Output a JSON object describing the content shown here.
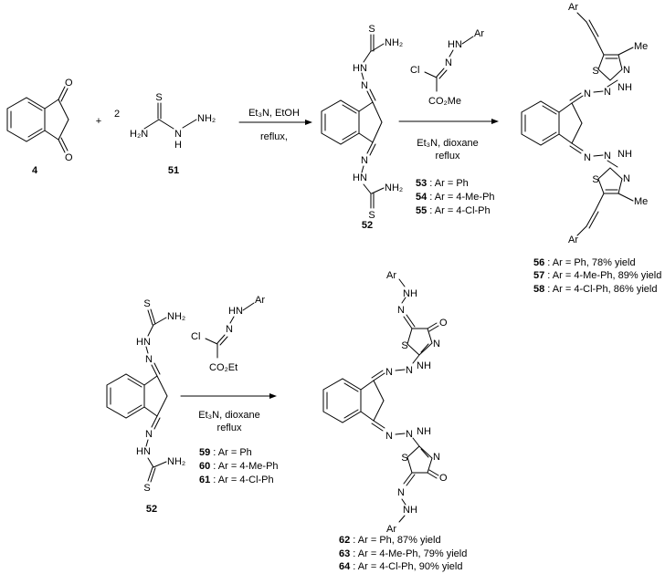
{
  "reaction1": {
    "reactant_4": {
      "label": "4",
      "atoms": {
        "o1": "O",
        "o2": "O"
      }
    },
    "plus": "+",
    "stoich": "2",
    "reactant_51": {
      "label": "51",
      "atoms": {
        "s": "S",
        "h2n": "H₂N",
        "nh": "N",
        "nh_h": "H",
        "nh2": "NH₂"
      }
    },
    "conditions_above": "Et₃N, EtOH",
    "conditions_below": "reflux,",
    "product_52": {
      "label": "52",
      "atoms": {
        "s1": "S",
        "nh2_1": "NH₂",
        "hn_1": "HN",
        "n_1": "N",
        "n_2": "N",
        "hn_2": "HN",
        "s2": "S",
        "nh2_2": "NH₂"
      }
    }
  },
  "reaction2": {
    "reagent": {
      "atoms": {
        "hn": "HN",
        "ar": "Ar",
        "cl": "Cl",
        "n": "N",
        "co2me": "CO₂Me"
      }
    },
    "conditions_below": "Et₃N, dioxane",
    "conditions_below2": "reflux",
    "variants": [
      {
        "num": "53",
        "text": " : Ar = Ph"
      },
      {
        "num": "54",
        "text": " : Ar = 4-Me-Ph"
      },
      {
        "num": "55",
        "text": " : Ar = 4-Cl-Ph"
      }
    ],
    "product_atoms": {
      "ar_top": "Ar",
      "s_top": "S",
      "me_top": "Me",
      "n_top": "N",
      "nh_top": "NH",
      "n1": "N",
      "n2": "N",
      "n3": "N",
      "n4": "N",
      "hn_bot": "NH",
      "s_bot": "S",
      "n_bot": "N",
      "me_bot": "Me",
      "ar_bot": "Ar"
    },
    "results": [
      {
        "num": "56",
        "text": " : Ar = Ph, 78% yield"
      },
      {
        "num": "57",
        "text": " : Ar = 4-Me-Ph, 89% yield"
      },
      {
        "num": "58",
        "text": " : Ar = 4-Cl-Ph, 86% yield"
      }
    ]
  },
  "reaction3": {
    "start_label": "52",
    "start_atoms": {
      "s1": "S",
      "nh2_1": "NH₂",
      "hn_1": "HN",
      "n_1": "N",
      "n_2": "N",
      "hn_2": "HN",
      "s2": "S",
      "nh2_2": "NH₂"
    },
    "reagent": {
      "atoms": {
        "hn": "HN",
        "ar": "Ar",
        "cl": "Cl",
        "n": "N",
        "co2et": "CO₂Et"
      }
    },
    "conditions_below": "Et₃N, dioxane",
    "conditions_below2": "reflux",
    "variants": [
      {
        "num": "59",
        "text": " : Ar = Ph"
      },
      {
        "num": "60",
        "text": " : Ar = 4-Me-Ph"
      },
      {
        "num": "61",
        "text": " : Ar = 4-Cl-Ph"
      }
    ],
    "product_atoms": {
      "ar_top": "Ar",
      "nh_top": "NH",
      "n_azo_top": "N",
      "s_top": "S",
      "o_top": "O",
      "n_ring_top": "N",
      "nh_link_top": "NH",
      "n1": "N",
      "n2": "N",
      "n3": "N",
      "n4": "N",
      "hn_link_bot": "NH",
      "n_ring_bot": "N",
      "s_bot": "S",
      "o_bot": "O",
      "n_azo_bot": "N",
      "nh_bot": "NH",
      "ar_bot": "Ar"
    },
    "results": [
      {
        "num": "62",
        "text": " : Ar = Ph, 87% yield"
      },
      {
        "num": "63",
        "text": " : Ar = 4-Me-Ph, 79% yield"
      },
      {
        "num": "64",
        "text": " : Ar = 4-Cl-Ph, 90% yield"
      }
    ]
  }
}
